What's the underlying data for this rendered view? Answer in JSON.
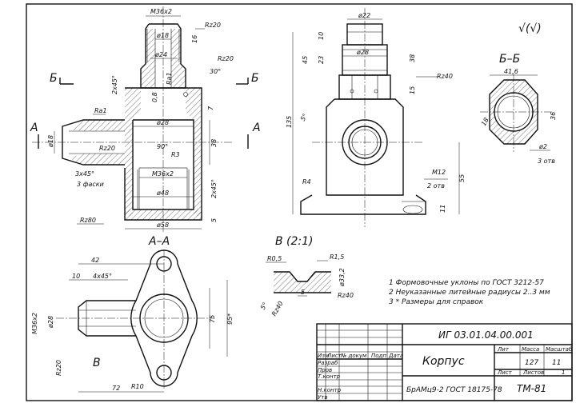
{
  "front_view": {
    "section_left": "Б",
    "section_right": "Б",
    "cut_left": "А",
    "cut_right": "А",
    "dims": {
      "thread_top": "М36х2",
      "d18_top": "ø18",
      "d24": "ø24",
      "rz20_top": "Rz20",
      "rz20_right": "Rz20",
      "angle30": "30°",
      "ra1_neck": "Ra1",
      "ch08": "0,8",
      "ch2x45": "2х45°",
      "d16": "16",
      "d7": "7",
      "d28": "ø28",
      "d38": "38",
      "angle90": "90°",
      "r3": "R3",
      "ra1_left": "Ra1",
      "d18_left": "ø18",
      "rz20_left": "Rz20",
      "ch3x45": "3х45°",
      "faski": "3 фаски",
      "thread_bot": "М36х2",
      "d48": "ø48",
      "ch2x45_bot": "2х45°",
      "rz80": "Rz80",
      "d58": "ø58",
      "d5": "5"
    }
  },
  "side_view": {
    "dims": {
      "d22": "ø22",
      "d10": "10",
      "d23": "23",
      "d45": "45",
      "d28": "ø28",
      "d38": "38",
      "rz40": "Rz40",
      "d15": "15",
      "ang5": "5°",
      "d135": "135",
      "r4": "R4",
      "m12": "М12",
      "otv2": "2 отв",
      "d55": "55",
      "d11": "11"
    }
  },
  "roughness_mark": "√(√)",
  "section_bb": {
    "title": "Б–Б",
    "dims": {
      "d416": "41,6",
      "d36": "36",
      "d18": "18",
      "d2": "ø2",
      "otv3": "3 отв"
    }
  },
  "section_aa": {
    "title": "А–А",
    "dims": {
      "d42": "42",
      "d10": "10",
      "ch4x45": "4х45°",
      "m36": "М36х2",
      "d28": "ø28",
      "d75": "75",
      "d95": "95*",
      "rz20": "Rz20",
      "r10": "R10",
      "d72": "72",
      "view_b": "В"
    }
  },
  "detail_b": {
    "title": "В (2:1)",
    "dims": {
      "r05": "R0,5",
      "r15": "R1,5",
      "d332": "ø33,2",
      "d5": "5",
      "rz40a": "Rz40",
      "rz40b": "Rz40",
      "ang5": "5°"
    }
  },
  "notes": [
    "1 Формовочные уклоны по ГОСТ 3212-57",
    "2 Неуказанные литейные радиусы 2..3 мм",
    "3 * Размеры для справок"
  ],
  "title_block": {
    "doc_number": "ИГ 03.01.04.00.001",
    "part_name": "Корпус",
    "material": "БрАМц9-2 ГОСТ 18175-78",
    "org": "ТМ-81",
    "col_lit": "Лит",
    "col_mass": "Масса",
    "col_scale": "Масштаб",
    "mass": "127",
    "scale": "11",
    "sheet": "Лист",
    "sheets": "Листов",
    "sheets_count": "1",
    "hdr_izm": "Изм",
    "hdr_list": "Лист",
    "hdr_doc": "№ докум",
    "hdr_sign": "Подп",
    "hdr_date": "Дата",
    "row_razrab": "Разраб",
    "row_prov": "Пров",
    "row_tkontr": "Т.контр",
    "row_nkontr": "Н.контр",
    "row_utv": "Утв"
  }
}
